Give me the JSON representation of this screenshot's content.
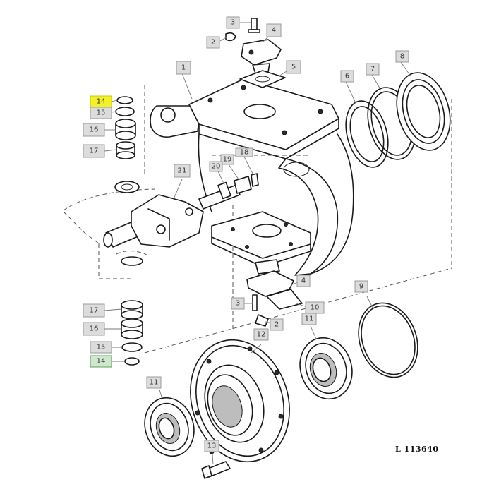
{
  "diagram": {
    "reference": "L 113640",
    "callouts": [
      {
        "id": "c1",
        "label": "1",
        "style": "plain"
      },
      {
        "id": "c2a",
        "label": "2",
        "style": "plain"
      },
      {
        "id": "c2b",
        "label": "2",
        "style": "plain"
      },
      {
        "id": "c3a",
        "label": "3",
        "style": "plain"
      },
      {
        "id": "c3b",
        "label": "3",
        "style": "plain"
      },
      {
        "id": "c4a",
        "label": "4",
        "style": "plain"
      },
      {
        "id": "c4b",
        "label": "4",
        "style": "plain"
      },
      {
        "id": "c5",
        "label": "5",
        "style": "plain"
      },
      {
        "id": "c6",
        "label": "6",
        "style": "plain"
      },
      {
        "id": "c7",
        "label": "7",
        "style": "plain"
      },
      {
        "id": "c8",
        "label": "8",
        "style": "plain"
      },
      {
        "id": "c9",
        "label": "9",
        "style": "plain"
      },
      {
        "id": "c10",
        "label": "10",
        "style": "plain"
      },
      {
        "id": "c11a",
        "label": "11",
        "style": "plain"
      },
      {
        "id": "c11b",
        "label": "11",
        "style": "plain"
      },
      {
        "id": "c12",
        "label": "12",
        "style": "plain"
      },
      {
        "id": "c13",
        "label": "13",
        "style": "plain"
      },
      {
        "id": "c14a",
        "label": "14",
        "style": "highlight"
      },
      {
        "id": "c14b",
        "label": "14",
        "style": "green"
      },
      {
        "id": "c15a",
        "label": "15",
        "style": "plain"
      },
      {
        "id": "c15b",
        "label": "15",
        "style": "plain"
      },
      {
        "id": "c16a",
        "label": "16",
        "style": "plain"
      },
      {
        "id": "c16b",
        "label": "16",
        "style": "plain"
      },
      {
        "id": "c17a",
        "label": "17",
        "style": "plain"
      },
      {
        "id": "c17b",
        "label": "17",
        "style": "plain"
      },
      {
        "id": "c18",
        "label": "18",
        "style": "plain"
      },
      {
        "id": "c19",
        "label": "19",
        "style": "plain"
      },
      {
        "id": "c20",
        "label": "20",
        "style": "plain"
      },
      {
        "id": "c21",
        "label": "21",
        "style": "plain"
      }
    ]
  },
  "colors": {
    "highlight": "#f2f227",
    "green": "#cfe6cf",
    "callout_fill": "#dcdcdc",
    "ink": "#1a1a1a"
  }
}
